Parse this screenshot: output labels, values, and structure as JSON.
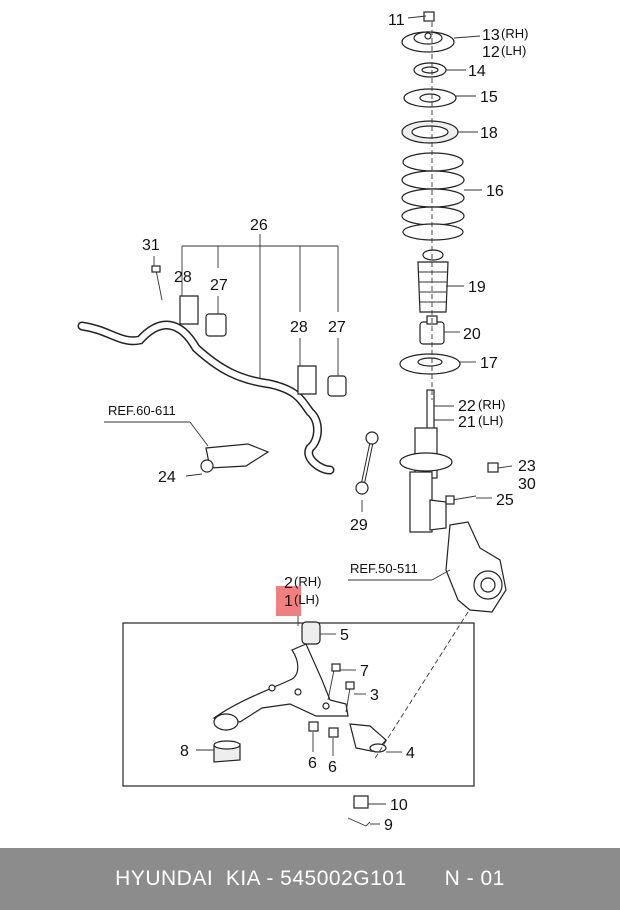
{
  "callouts": {
    "c11": "11",
    "c13": "13",
    "c13_side": "(RH)",
    "c12": "12",
    "c12_side": "(LH)",
    "c14": "14",
    "c15": "15",
    "c18": "18",
    "c16": "16",
    "c26": "26",
    "c31": "31",
    "c28a": "28",
    "c27a": "27",
    "c28b": "28",
    "c27b": "27",
    "c19": "19",
    "c20": "20",
    "c17": "17",
    "c22": "22",
    "c22_side": "(RH)",
    "c21": "21",
    "c21_side": "(LH)",
    "c24": "24",
    "c23": "23",
    "c30": "30",
    "c25": "25",
    "c29": "29",
    "c2": "2",
    "c2_side": "(RH)",
    "c1": "1",
    "c1_side": "(LH)",
    "c5": "5",
    "c7": "7",
    "c3": "3",
    "c8": "8",
    "c6a": "6",
    "c6b": "6",
    "c4": "4",
    "c10": "10",
    "c9": "9"
  },
  "refs": {
    "ref_stabilizer": "REF.60-611",
    "ref_knuckle": "REF.50-511"
  },
  "highlight_color": "#f08080",
  "footer": {
    "text": "HYUNDAI  KIA - 545002G101      N - 01"
  }
}
